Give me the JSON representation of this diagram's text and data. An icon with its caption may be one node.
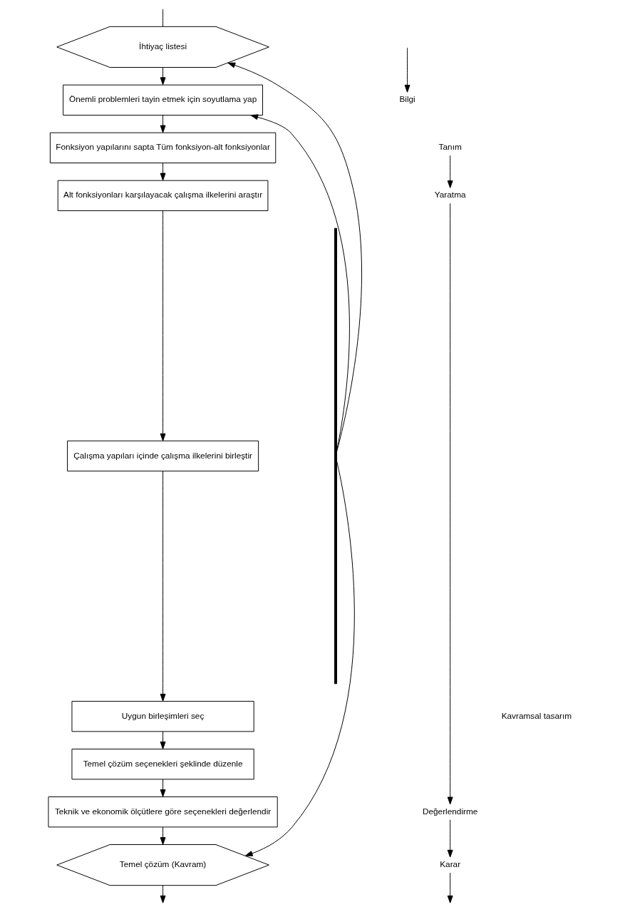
{
  "diagram": {
    "nodes": [
      {
        "text": [
          "İhtiyaç listesi"
        ]
      },
      {
        "text": [
          "Önemli problemleri tayin etmek için soyutlama yap"
        ]
      },
      {
        "text": [
          "Fonksiyon yapılarını sapta Tüm fonksiyon-alt fonksiyonlar"
        ]
      },
      {
        "text": [
          "Alt fonksiyonları karşılayacak çalışma ilkelerini araştır"
        ]
      },
      {
        "text": [
          "Çalışma yapıları içinde çalışma ilkelerini birleştir"
        ]
      },
      {
        "text": [
          "Uygun birleşimleri seç"
        ]
      },
      {
        "text": [
          "Temel çözüm seçenekleri şeklinde düzenle"
        ]
      },
      {
        "text": [
          "Teknik ve ekonomik ölçütlere göre seçenekleri değerlendir"
        ]
      },
      {
        "text": [
          "Temel çözüm (Kavram)"
        ]
      },
      {
        "text": [],
        "shape": "bar"
      },
      {
        "text": [
          "Bilgi"
        ]
      },
      {
        "text": [
          "Tanım"
        ]
      },
      {
        "text": [
          "Yaratma"
        ]
      },
      {
        "text": [
          "Değerlendirme"
        ]
      },
      {
        "text": [
          "Karar"
        ]
      }
    ],
    "edges": [
      {
        "from": null,
        "to": 0,
        "arrow": "none"
      },
      {
        "from": 9,
        "to": 0,
        "arrow": "to"
      },
      {
        "from": 0,
        "to": 1,
        "arrow": "to"
      },
      {
        "from": 9,
        "to": 1,
        "arrow": "to"
      },
      {
        "from": 1,
        "to": 2,
        "arrow": "to"
      },
      {
        "from": 2,
        "to": 3,
        "arrow": "to"
      },
      {
        "from": 3,
        "to": 4,
        "arrow": "to"
      },
      {
        "from": 4,
        "to": 5,
        "arrow": "to"
      },
      {
        "from": 5,
        "to": 6,
        "arrow": "to"
      },
      {
        "from": 6,
        "to": 7,
        "arrow": "to"
      },
      {
        "from": 7,
        "to": 8,
        "arrow": "to"
      },
      {
        "from": 9,
        "to": 8,
        "arrow": "to"
      },
      {
        "from": 8,
        "to": null,
        "arrow": "to"
      },
      {
        "from": null,
        "to": 10,
        "arrow": "to"
      },
      {
        "from": 11,
        "to": 12,
        "arrow": "to"
      },
      {
        "from": 12,
        "to": 13,
        "arrow": "to"
      },
      {
        "from": 13,
        "to": 14,
        "arrow": "to"
      },
      {
        "from": 14,
        "to": null,
        "arrow": "to"
      }
    ],
    "labels": [
      "Kavramsal tasarım"
    ]
  }
}
